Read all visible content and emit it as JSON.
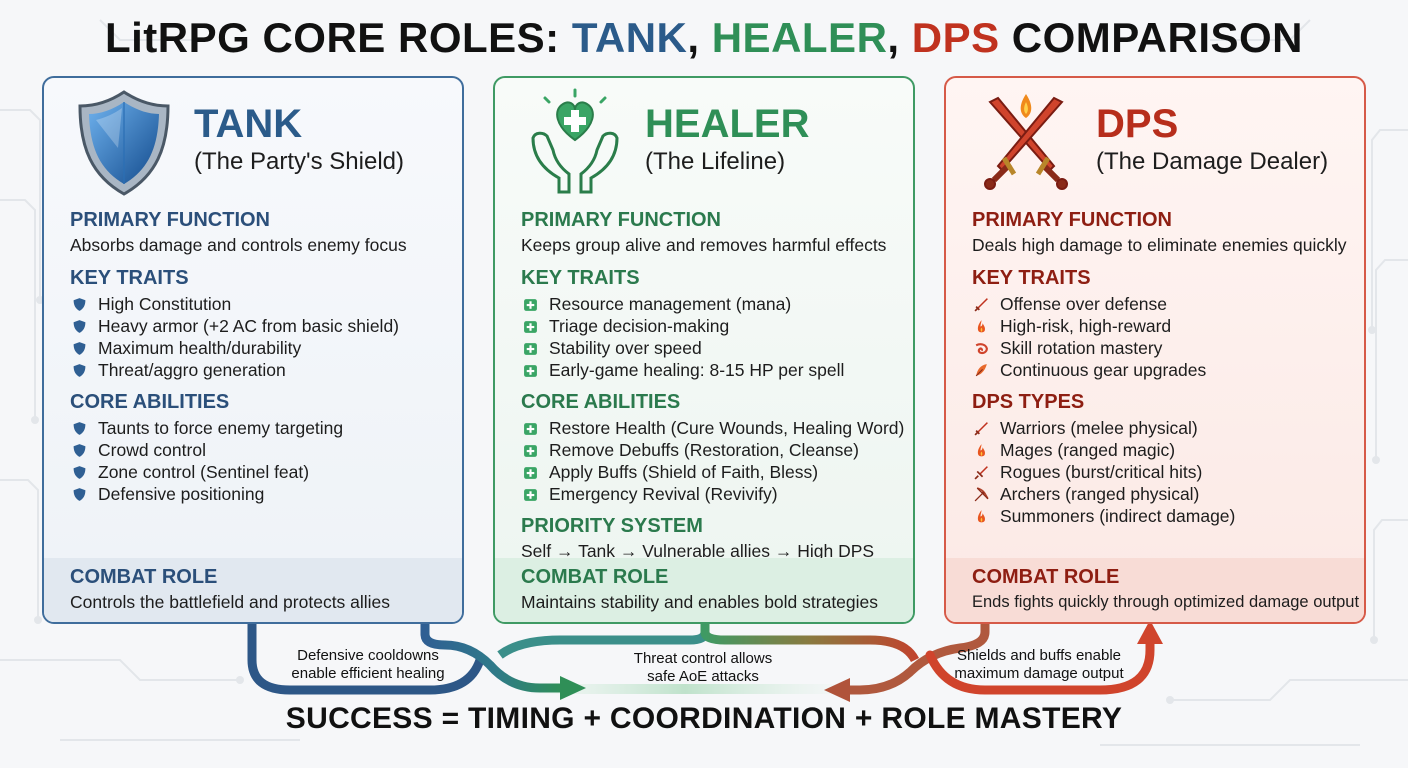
{
  "title": {
    "prefix": "LitRPG CORE ROLES: ",
    "tank": "TANK",
    "sep1": ", ",
    "healer": "HEALER",
    "sep2": ", ",
    "dps": "DPS",
    "suffix": " COMPARISON"
  },
  "colors": {
    "tank": "#2b5b8a",
    "healer": "#2f8f57",
    "dps": "#c0321f"
  },
  "roles": {
    "tank": {
      "icon": "shield-icon",
      "name": "TANK",
      "subtitle": "(The Party's Shield)",
      "primary_heading": "PRIMARY FUNCTION",
      "primary_text": "Absorbs damage and controls enemy focus",
      "traits_heading": "KEY TRAITS",
      "traits": [
        "High Constitution",
        "Heavy armor (+2 AC from basic shield)",
        "Maximum health/durability",
        "Threat/aggro generation"
      ],
      "abilities_heading": "CORE ABILITIES",
      "abilities": [
        "Taunts to force enemy targeting",
        "Crowd control",
        "Zone control (Sentinel feat)",
        "Defensive positioning"
      ],
      "combat_heading": "COMBAT ROLE",
      "combat_text": "Controls the battlefield and protects allies"
    },
    "healer": {
      "icon": "heart-hands-icon",
      "name": "HEALER",
      "subtitle": "(The Lifeline)",
      "primary_heading": "PRIMARY FUNCTION",
      "primary_text": "Keeps group alive and removes harmful effects",
      "traits_heading": "KEY TRAITS",
      "traits": [
        "Resource management (mana)",
        "Triage decision-making",
        "Stability over speed",
        "Early-game healing: 8-15 HP per spell"
      ],
      "abilities_heading": "CORE ABILITIES",
      "abilities": [
        "Restore Health (Cure Wounds, Healing Word)",
        "Remove Debuffs (Restoration, Cleanse)",
        "Apply Buffs (Shield of Faith, Bless)",
        "Emergency Revival (Revivify)"
      ],
      "priority_heading": "PRIORITY SYSTEM",
      "priority_text": "Self → Tank → Vulnerable allies → High DPS",
      "combat_heading": "COMBAT ROLE",
      "combat_text": "Maintains stability and enables bold strategies"
    },
    "dps": {
      "icon": "crossed-swords-icon",
      "name": "DPS",
      "subtitle": "(The Damage Dealer)",
      "primary_heading": "PRIMARY FUNCTION",
      "primary_text": "Deals high damage to eliminate enemies quickly",
      "traits_heading": "KEY TRAITS",
      "traits": [
        {
          "icon": "sword-icon",
          "text": "Offense over defense"
        },
        {
          "icon": "flame-icon",
          "text": "High-risk, high-reward"
        },
        {
          "icon": "swirl-icon",
          "text": "Skill rotation mastery"
        },
        {
          "icon": "feather-icon",
          "text": "Continuous gear upgrades"
        }
      ],
      "types_heading": "DPS TYPES",
      "types": [
        {
          "icon": "sword-icon",
          "text": "Warriors (melee physical)"
        },
        {
          "icon": "flame-icon",
          "text": "Mages (ranged magic)"
        },
        {
          "icon": "dagger-icon",
          "text": "Rogues (burst/critical hits)"
        },
        {
          "icon": "bow-icon",
          "text": "Archers (ranged physical)"
        },
        {
          "icon": "flame-icon",
          "text": "Summoners (indirect damage)"
        }
      ],
      "combat_heading": "COMBAT ROLE",
      "combat_text": "Ends fights quickly through optimized damage output"
    }
  },
  "flows": {
    "tank_to_healer": "Defensive cooldowns enable efficient healing",
    "center": "Threat control allows safe AoE attacks",
    "healer_to_dps": "Shields and buffs enable maximum damage output"
  },
  "footer": "SUCCESS = TIMING + COORDINATION + ROLE MASTERY"
}
